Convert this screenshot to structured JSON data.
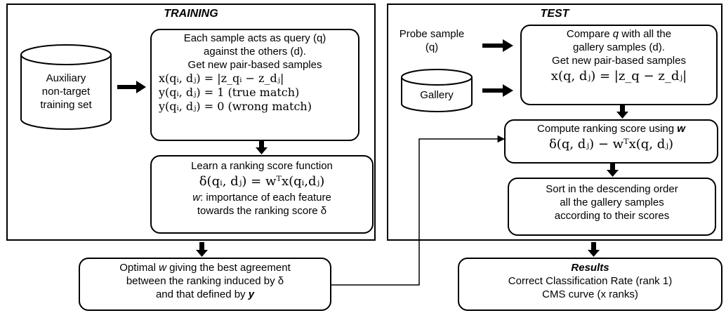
{
  "training": {
    "title": "TRAINING",
    "dataset_label": [
      "Auxiliary",
      "non-target",
      "training set"
    ],
    "pairs_box": {
      "lines": [
        "Each sample acts as query (q)",
        "against the others (d).",
        "Get new pair-based samples"
      ],
      "formulas": [
        "x(qᵢ, dⱼ) = |z_qᵢ − z_dⱼ|",
        "y(qᵢ, dⱼ) = 1 (true match)",
        "y(qᵢ, dⱼ) = 0 (wrong match)"
      ]
    },
    "learn_box": {
      "line1": "Learn a ranking score function",
      "formula": "δ(qᵢ, dⱼ) = wᵀx(qᵢ,dⱼ)",
      "w_var": "w",
      "line3": ": importance of each feature",
      "line4": "towards the ranking score δ"
    }
  },
  "test": {
    "title": "TEST",
    "probe_label": [
      "Probe sample",
      "(q)"
    ],
    "gallery_label": "Gallery",
    "compare_box": {
      "line1_pre": "Compare ",
      "line1_var": "q",
      "line1_post": " with all the",
      "line2": "gallery samples (d).",
      "line3": "Get new pair-based samples",
      "formula": "x(q, dⱼ) = |z_q − z_dⱼ|"
    },
    "score_box": {
      "line1_pre": "Compute ranking score using ",
      "line1_var": "w",
      "formula": "δ(q, dⱼ) − wᵀx(q, dⱼ)"
    },
    "sort_box": {
      "lines": [
        "Sort in the descending order",
        "all the gallery samples",
        "according to their scores"
      ]
    }
  },
  "optimal_box": {
    "line1_pre": "Optimal ",
    "line1_var": "w",
    "line1_post": " giving the best agreement",
    "line2": "between the ranking induced by δ",
    "line3_pre": "and that defined by ",
    "line3_var": "y"
  },
  "results_box": {
    "title": "Results",
    "line1": "Correct Classification Rate (rank 1)",
    "line2": "CMS curve (x ranks)"
  }
}
